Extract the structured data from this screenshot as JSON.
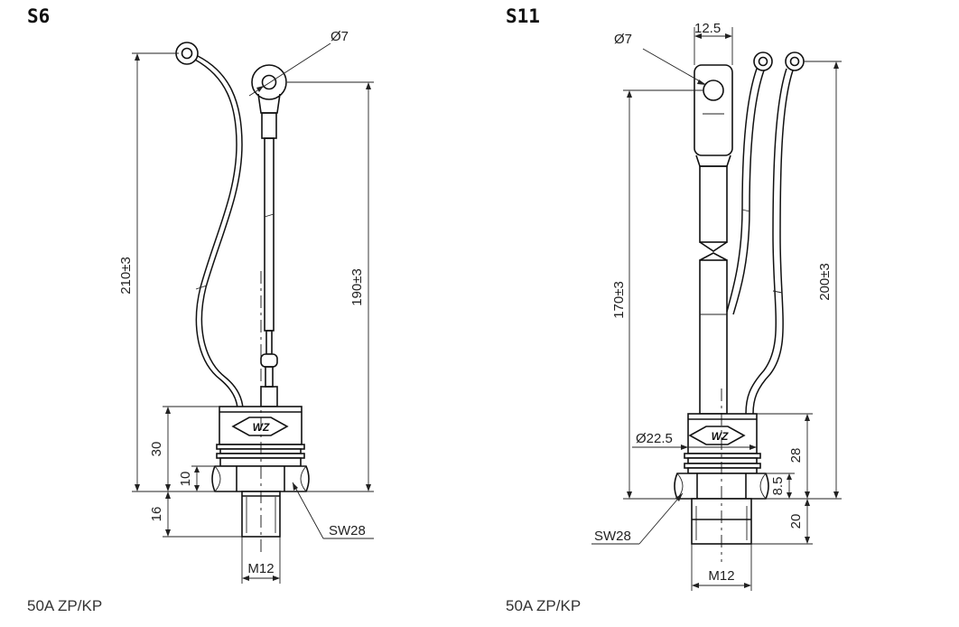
{
  "s6": {
    "title": "S6",
    "hole_dia": "Ø7",
    "total_len": "210±3",
    "lead_len": "190±3",
    "body_h": "30",
    "nut_h": "10",
    "thread_len": "16",
    "wrench": "SW28",
    "thread": "M12",
    "logo": "WZ",
    "footer": "50A  ZP/KP"
  },
  "s11": {
    "title": "S11",
    "tab_w": "12.5",
    "hole_dia": "Ø7",
    "lead_len": "170±3",
    "wire_len": "200±3",
    "body_dia": "Ø22.5",
    "body_h": "28",
    "nut_h": "8.5",
    "thread_len": "20",
    "wrench": "SW28",
    "thread": "M12",
    "logo": "WZ",
    "footer": "50A  ZP/KP"
  }
}
